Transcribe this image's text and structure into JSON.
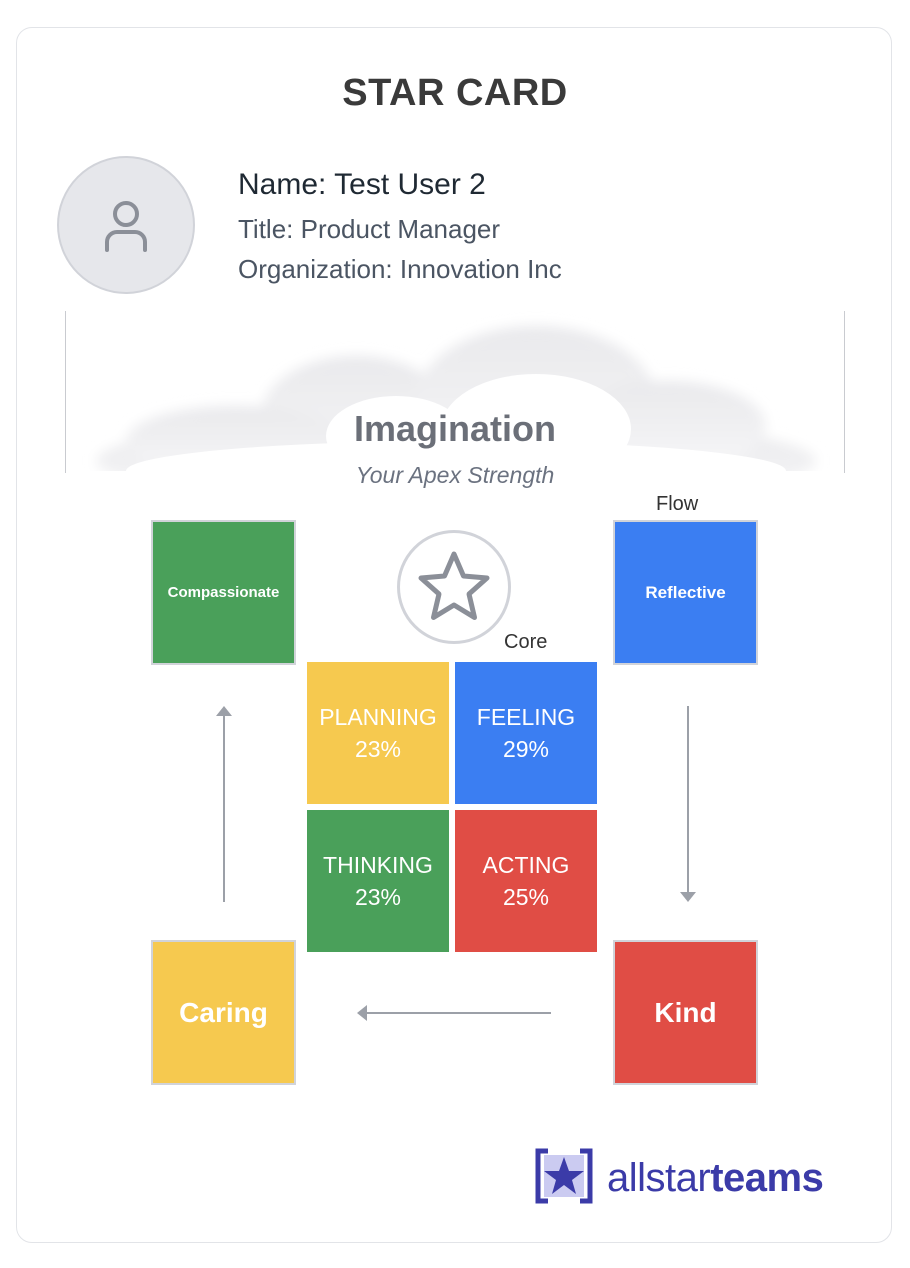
{
  "card": {
    "title": "STAR CARD",
    "profile": {
      "name": "Name: Test User 2",
      "title": "Title: Product Manager",
      "organization": "Organization: Innovation Inc"
    },
    "apex": {
      "strength": "Imagination",
      "subtitle": "Your Apex Strength"
    },
    "labels": {
      "flow": "Flow",
      "core": "Core"
    },
    "flow_boxes": {
      "top_left": {
        "label": "Compassionate",
        "color": "#4aa05a"
      },
      "top_right": {
        "label": "Reflective",
        "color": "#3b7ef2"
      },
      "bottom_left": {
        "label": "Caring",
        "color": "#f6c94f"
      },
      "bottom_right": {
        "label": "Kind",
        "color": "#e04d45"
      }
    },
    "core": {
      "planning": {
        "label": "PLANNING",
        "value": "23%",
        "color": "#f6c94f"
      },
      "feeling": {
        "label": "FEELING",
        "value": "29%",
        "color": "#3b7ef2"
      },
      "thinking": {
        "label": "THINKING",
        "value": "23%",
        "color": "#4aa05a"
      },
      "acting": {
        "label": "ACTING",
        "value": "25%",
        "color": "#e04d45"
      }
    },
    "logo": {
      "text_plain": "allstar",
      "text_bold": "teams",
      "color": "#3b3ba8"
    },
    "icons": [
      "user-icon",
      "star-icon",
      "arrow-up-icon",
      "arrow-down-icon",
      "arrow-left-icon",
      "allstarteams-logo-icon"
    ]
  }
}
